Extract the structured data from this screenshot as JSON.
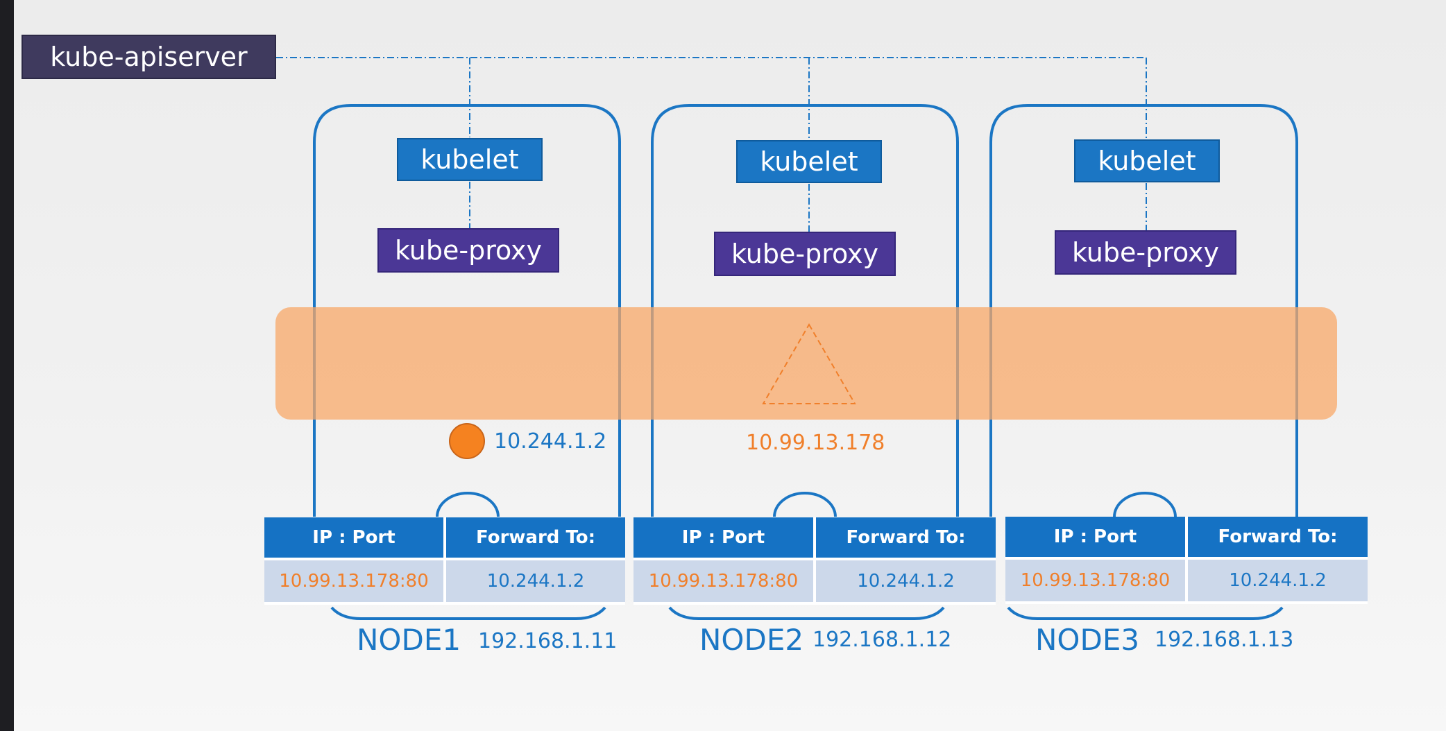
{
  "apiserver": {
    "label": "kube-apiserver"
  },
  "nodes": [
    {
      "kubelet": "kubelet",
      "proxy": "kube-proxy",
      "name": "NODE1",
      "ip": "192.168.1.11",
      "pod_ip": "10.244.1.2",
      "table": {
        "headers": [
          "IP : Port",
          "Forward To:"
        ],
        "row": [
          "10.99.13.178:80",
          "10.244.1.2"
        ]
      }
    },
    {
      "kubelet": "kubelet",
      "proxy": "kube-proxy",
      "name": "NODE2",
      "ip": "192.168.1.12",
      "service_ip": "10.99.13.178",
      "table": {
        "headers": [
          "IP : Port",
          "Forward To:"
        ],
        "row": [
          "10.99.13.178:80",
          "10.244.1.2"
        ]
      }
    },
    {
      "kubelet": "kubelet",
      "proxy": "kube-proxy",
      "name": "NODE3",
      "ip": "192.168.1.13",
      "table": {
        "headers": [
          "IP : Port",
          "Forward To:"
        ],
        "row": [
          "10.99.13.178:80",
          "10.244.1.2"
        ]
      }
    }
  ],
  "colors": {
    "node_border": "#1b76c4",
    "service_band": "#f8b987",
    "pod": "#f58220",
    "apiserver": "#3f3a5e",
    "kubelet": "#1b76c4",
    "proxy": "#4b3796"
  }
}
